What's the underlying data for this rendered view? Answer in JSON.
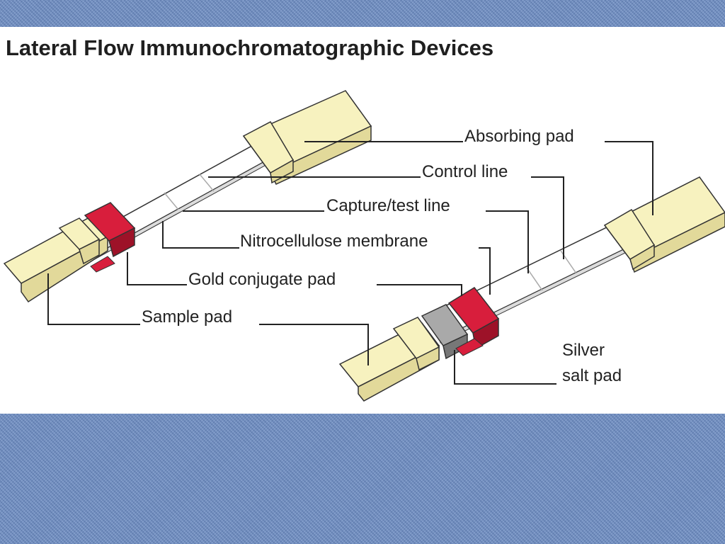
{
  "title": "Lateral Flow Immunochromatographic Devices",
  "labels": {
    "absorbing_pad": "Absorbing pad",
    "control_line": "Control line",
    "capture_test_line": "Capture/test line",
    "nitrocellulose_membrane": "Nitrocellulose membrane",
    "gold_conjugate_pad": "Gold conjugate pad",
    "sample_pad": "Sample pad",
    "silver_salt_pad_line1": "Silver",
    "silver_salt_pad_line2": "salt pad"
  },
  "colors": {
    "pad": "#f7f2bf",
    "pad_side": "#e2d99a",
    "conjugate": "#d81e3c",
    "conjugate_dark": "#9d1228",
    "silver": "#a9a9a9",
    "membrane": "#ffffff",
    "outline": "#333333",
    "background": "#6f8fc6"
  }
}
